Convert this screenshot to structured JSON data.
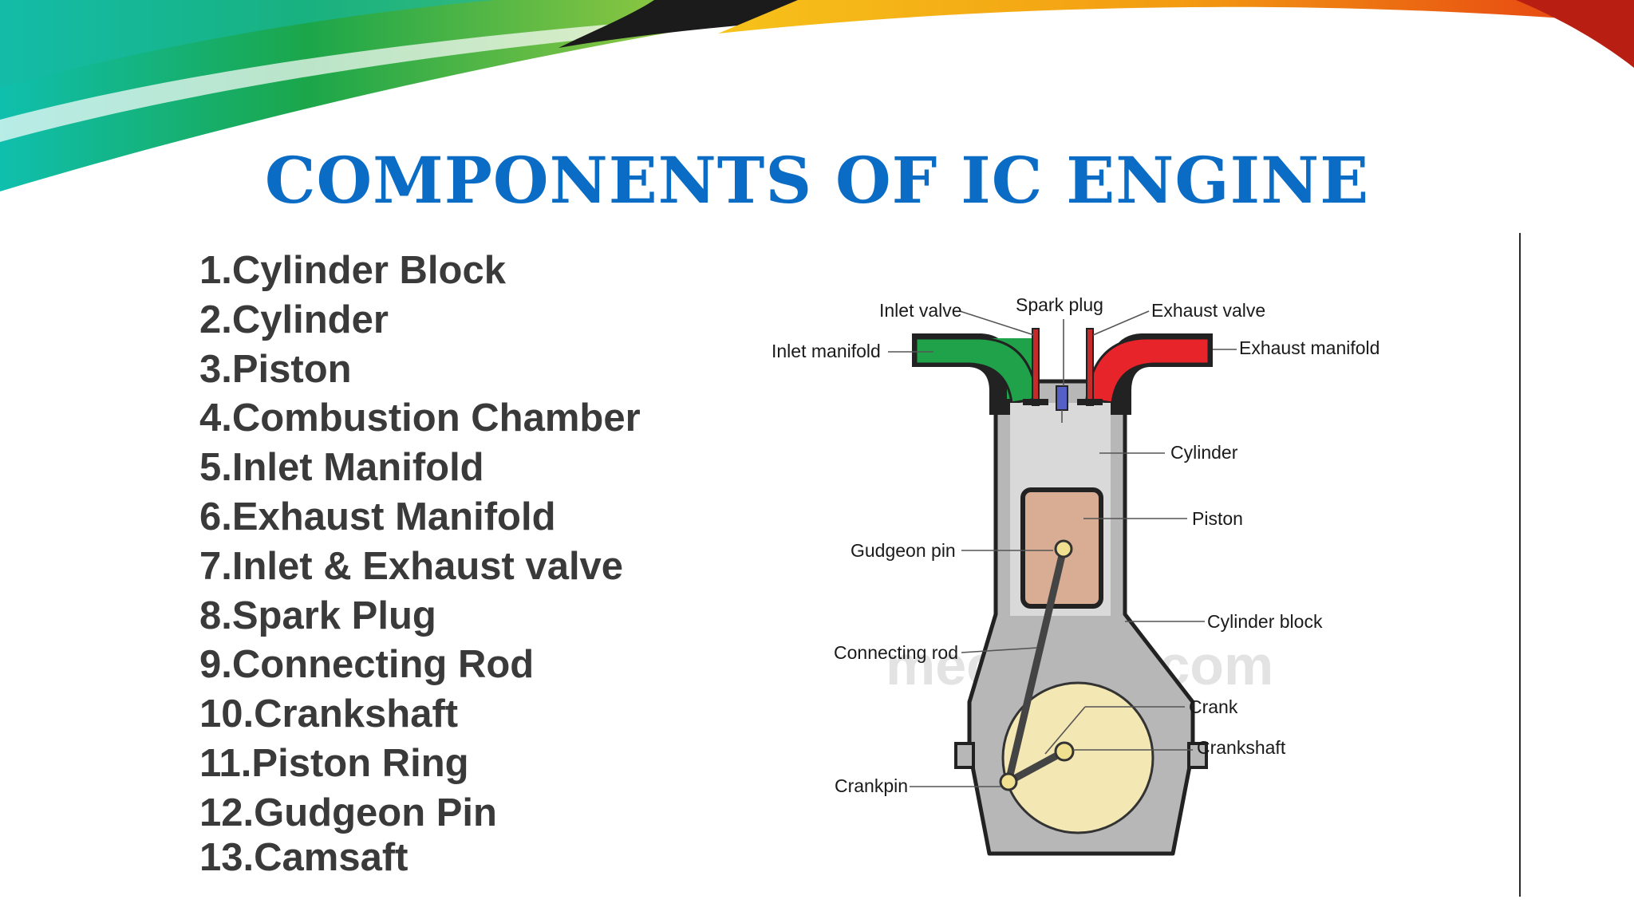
{
  "slide": {
    "title": "COMPONENTS OF IC ENGINE",
    "components": [
      "1.Cylinder Block",
      "2.Cylinder",
      "3.Piston",
      "4.Combustion Chamber",
      "5.Inlet Manifold",
      "6.Exhaust Manifold",
      "7.Inlet & Exhaust valve",
      "8.Spark Plug",
      "9.Connecting Rod",
      "10.Crankshaft",
      "11.Piston Ring",
      "12.Gudgeon Pin",
      "13.Camsaft"
    ]
  },
  "diagram": {
    "labels": {
      "inlet_valve": "Inlet valve",
      "spark_plug": "Spark plug",
      "exhaust_valve": "Exhaust valve",
      "inlet_manifold": "Inlet manifold",
      "exhaust_manifold": "Exhaust manifold",
      "cylinder": "Cylinder",
      "piston": "Piston",
      "gudgeon_pin": "Gudgeon pin",
      "cylinder_block": "Cylinder block",
      "connecting_rod": "Connecting rod",
      "crank": "Crank",
      "crankshaft": "Crankshaft",
      "crankpin": "Crankpin"
    },
    "watermark": "mechlolic.com"
  },
  "colors": {
    "title": "#0a6cc4",
    "inlet_manifold": "#1fa24a",
    "exhaust_manifold": "#e8242b",
    "block": "#b7b7b7",
    "cylinder": "#d9d9d9",
    "piston": "#d9ad93",
    "crank_disc": "#f3e7b3"
  }
}
